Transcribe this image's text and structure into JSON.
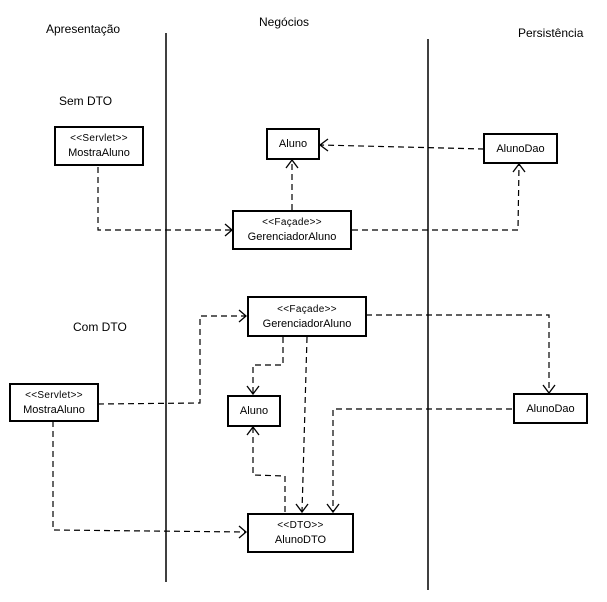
{
  "layers": {
    "presentation": "Apresentação",
    "business": "Negócios",
    "persistence": "Persistência"
  },
  "sections": {
    "without_dto": "Sem DTO",
    "with_dto": "Com DTO"
  },
  "without_dto": {
    "servlet": {
      "stereotype": "<<Servlet>>",
      "name": "MostraAluno"
    },
    "aluno": {
      "name": "Aluno"
    },
    "facade": {
      "stereotype": "<<Façade>>",
      "name": "GerenciadorAluno"
    },
    "dao": {
      "name": "AlunoDao"
    }
  },
  "with_dto": {
    "servlet": {
      "stereotype": "<<Servlet>>",
      "name": "MostraAluno"
    },
    "facade": {
      "stereotype": "<<Façade>>",
      "name": "GerenciadorAluno"
    },
    "aluno": {
      "name": "Aluno"
    },
    "dao": {
      "name": "AlunoDao"
    },
    "dto": {
      "stereotype": "<<DTO>>",
      "name": "AlunoDTO"
    }
  },
  "dependencies": [
    {
      "from": "Sem DTO: MostraAluno",
      "to": "Sem DTO: GerenciadorAluno"
    },
    {
      "from": "Sem DTO: GerenciadorAluno",
      "to": "Sem DTO: Aluno"
    },
    {
      "from": "Sem DTO: GerenciadorAluno",
      "to": "Sem DTO: AlunoDao"
    },
    {
      "from": "Sem DTO: AlunoDao",
      "to": "Sem DTO: Aluno"
    },
    {
      "from": "Com DTO: MostraAluno",
      "to": "Com DTO: GerenciadorAluno"
    },
    {
      "from": "Com DTO: MostraAluno",
      "to": "Com DTO: AlunoDTO"
    },
    {
      "from": "Com DTO: GerenciadorAluno",
      "to": "Com DTO: Aluno"
    },
    {
      "from": "Com DTO: GerenciadorAluno",
      "to": "Com DTO: AlunoDTO"
    },
    {
      "from": "Com DTO: GerenciadorAluno",
      "to": "Com DTO: AlunoDao"
    },
    {
      "from": "Com DTO: AlunoDTO",
      "to": "Com DTO: Aluno"
    },
    {
      "from": "Com DTO: AlunoDao",
      "to": "Com DTO: AlunoDTO"
    }
  ]
}
